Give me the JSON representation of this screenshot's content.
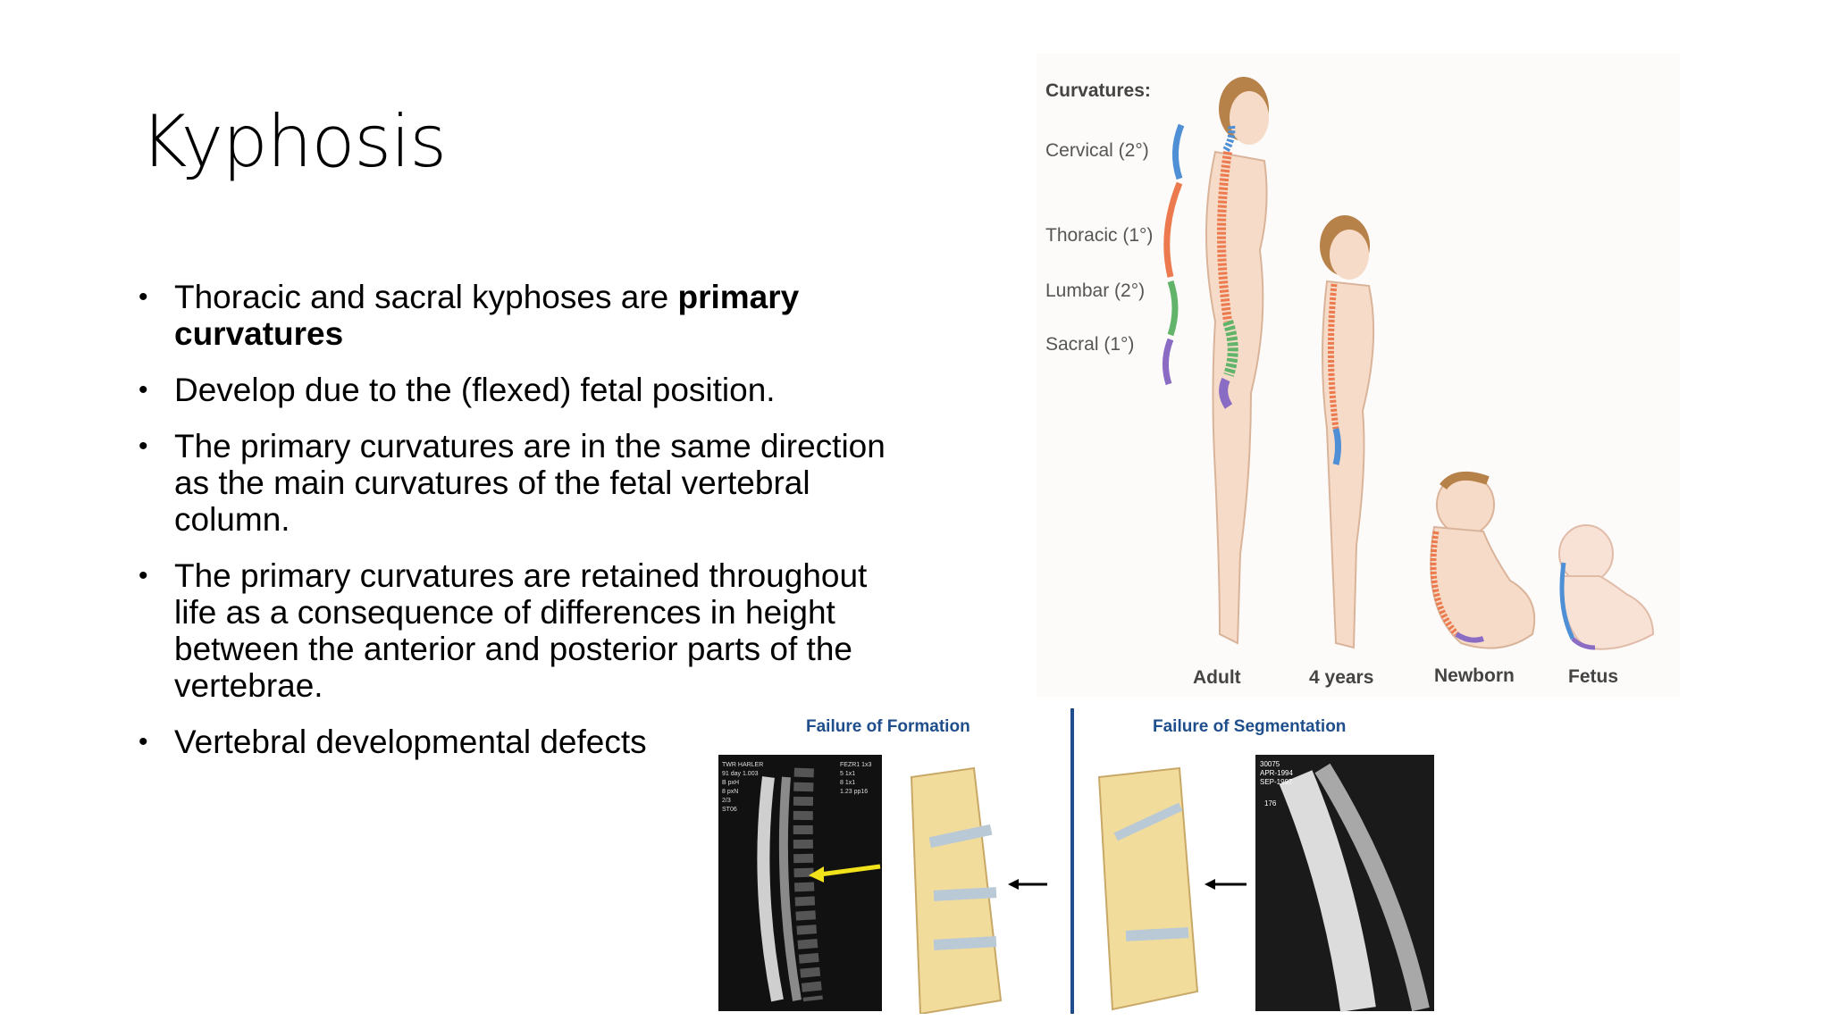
{
  "slide": {
    "title": "Kyphosis",
    "bullets": [
      {
        "text": "Thoracic and sacral kyphoses are ",
        "bold": "primary curvatures"
      },
      {
        "text": "Develop due to the (flexed) fetal position.",
        "bold": ""
      },
      {
        "text": "The primary curvatures are in the same direction as the main curvatures of the fetal vertebral column.",
        "bold": ""
      },
      {
        "text": "The primary curvatures are retained throughout life as a consequence of differences in height between the anterior and posterior parts of the vertebrae.",
        "bold": ""
      },
      {
        "text": "Vertebral developmental defects",
        "bold": ""
      }
    ]
  },
  "curvature_figure": {
    "heading": "Curvatures:",
    "labels": [
      "Cervical (2°)",
      "Thoracic (1°)",
      "Lumbar (2°)",
      "Sacral (1°)"
    ],
    "captions": [
      "Adult",
      "4 years",
      "Newborn",
      "Fetus"
    ],
    "colors": {
      "cervical": "#4f8fd6",
      "thoracic": "#ec7a4e",
      "lumbar": "#62b46a",
      "sacral": "#8a6cc4",
      "skin": "#f6dcc8",
      "hair": "#b7814a"
    }
  },
  "defect_figure": {
    "left_heading": "Failure of Formation",
    "right_heading": "Failure of Segmentation",
    "mri_text": [
      "TWR HARLER",
      "91 day 1.003",
      "B pxH",
      "8 pxN",
      "2/3",
      "ST06"
    ],
    "mri_text_right": [
      "FEZR1 1x3",
      "5 1x1",
      "8 1x1",
      "1.23 pp16"
    ],
    "ct_text": [
      "30075",
      "APR-1994",
      "SEP-1997",
      "176"
    ],
    "colors": {
      "heading": "#1f4e8c",
      "divider": "#1f4e8c",
      "bone": "#f2dc9b",
      "disc": "#b9c9d6",
      "arrow_mri": "#f1e21b"
    }
  }
}
